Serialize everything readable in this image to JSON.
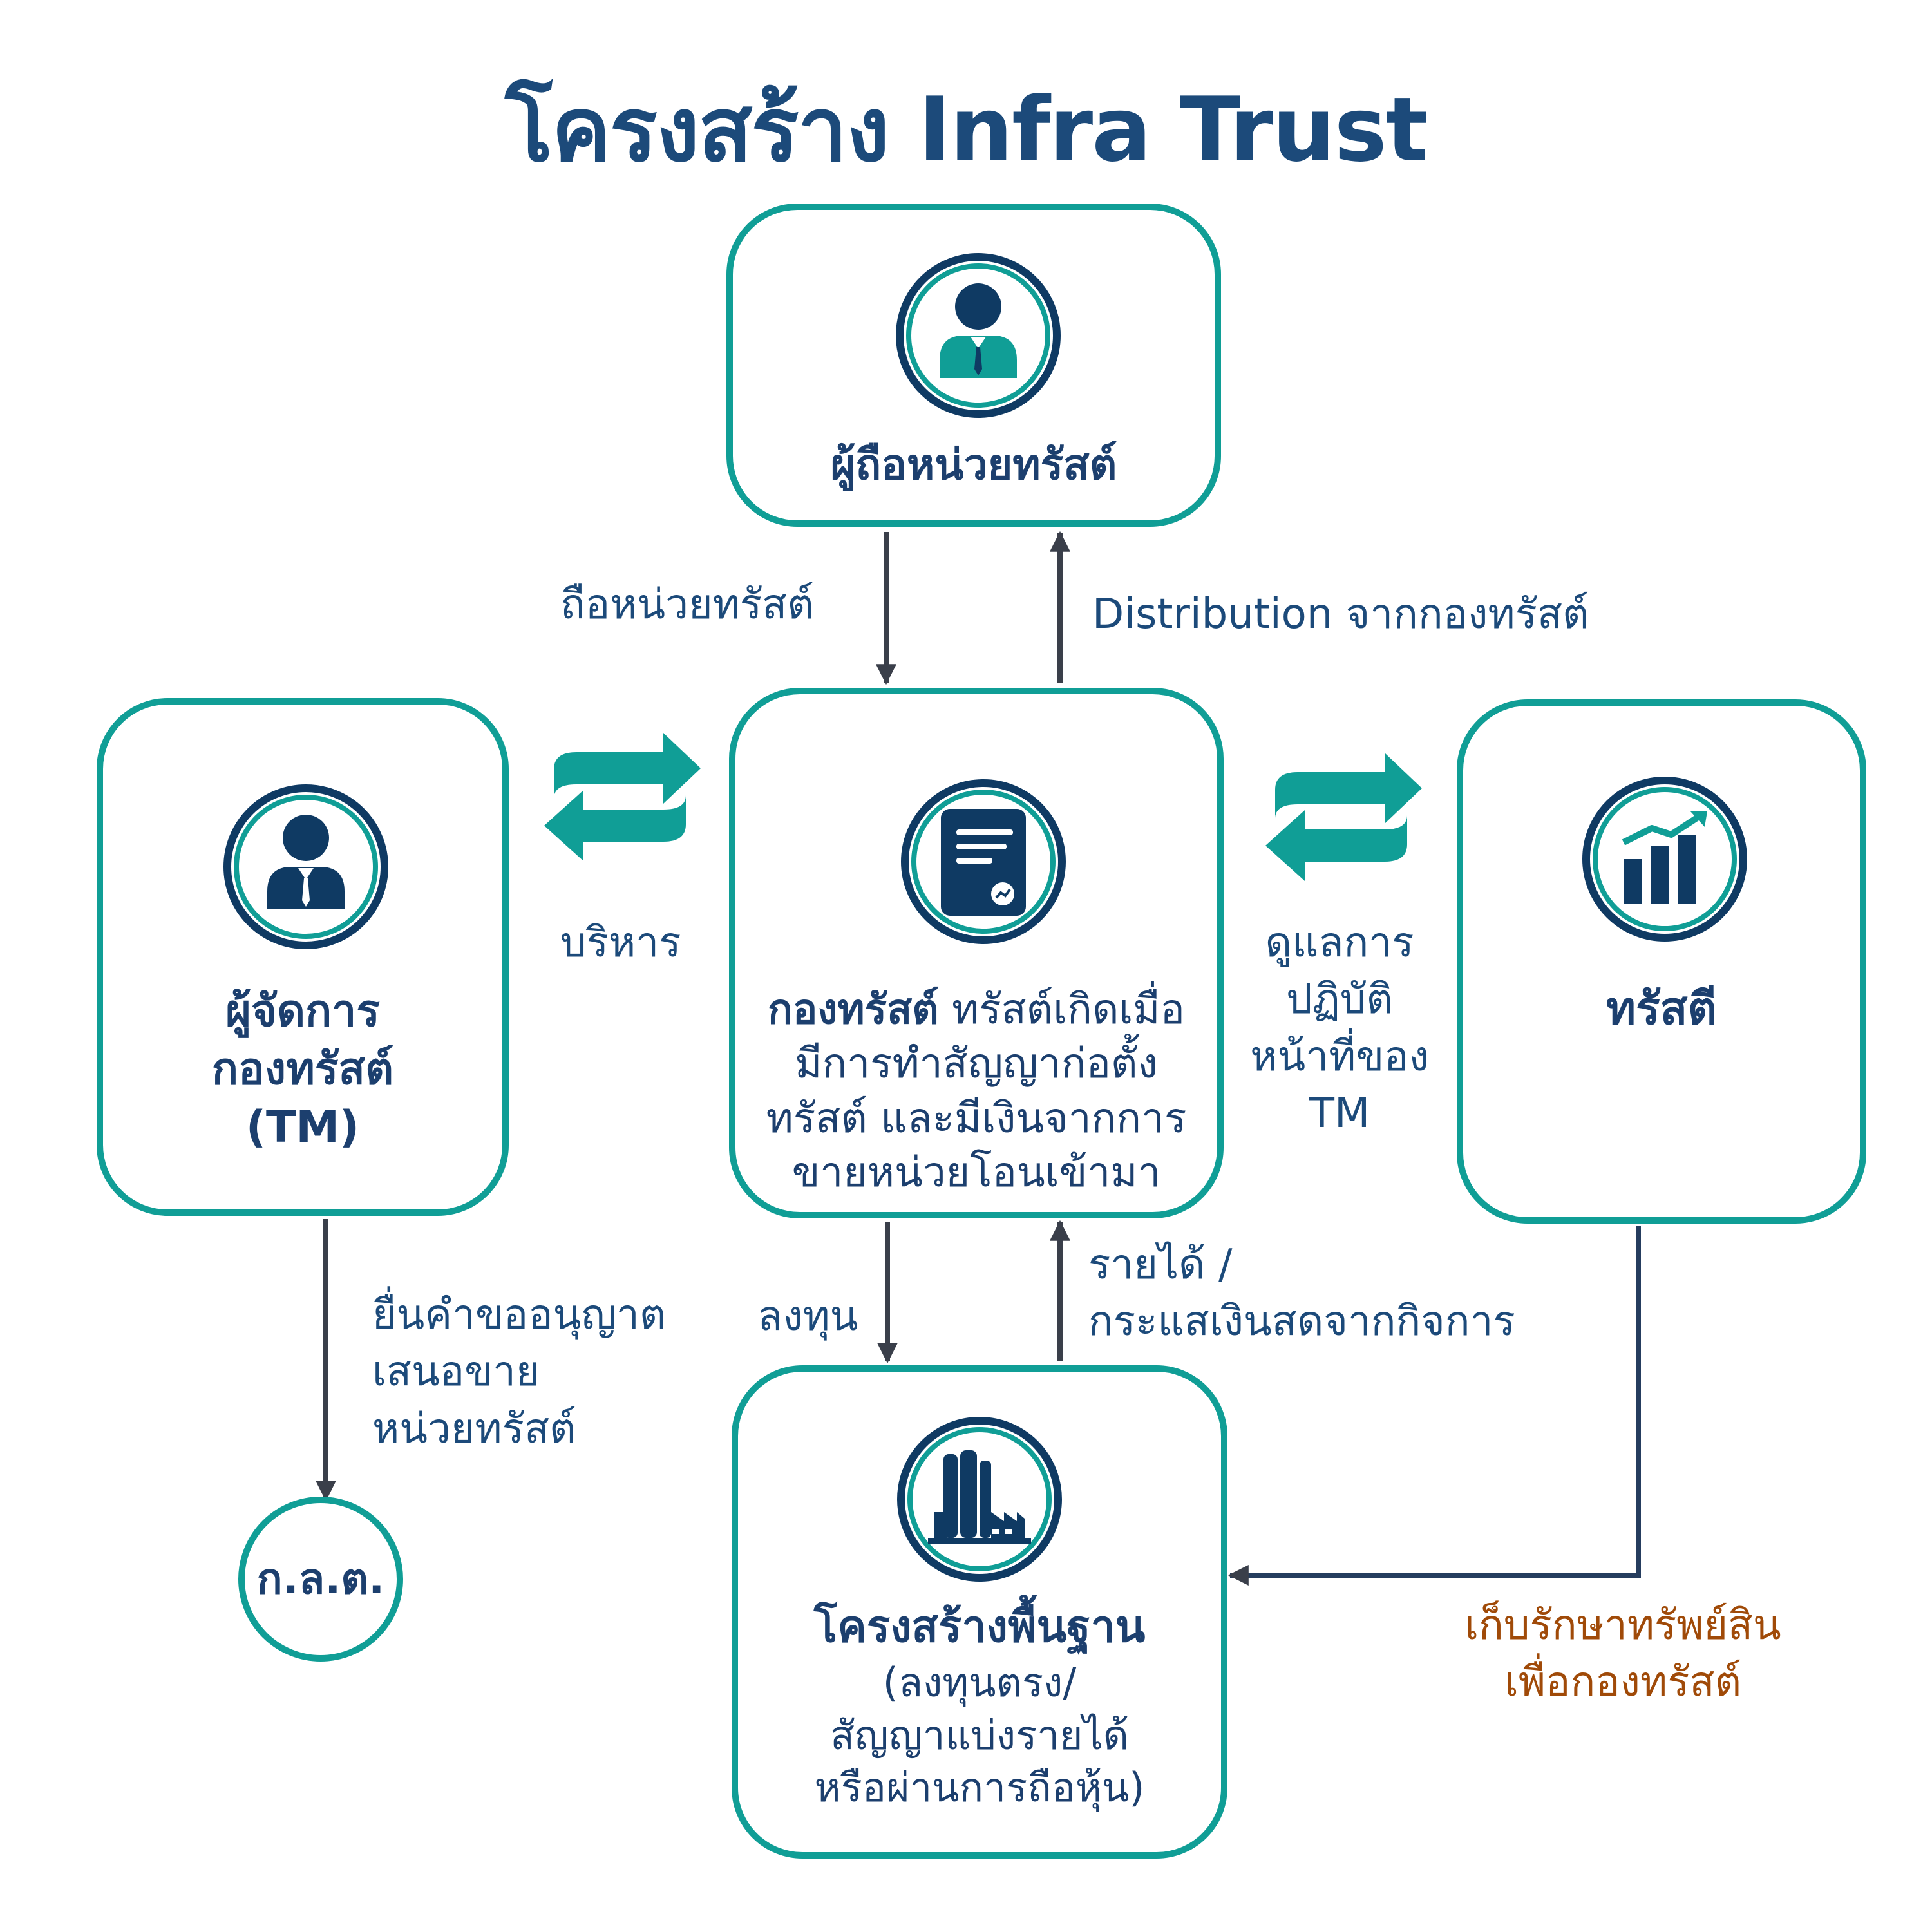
{
  "title": "โครงสร้าง Infra Trust",
  "nodes": {
    "unitholders": "ผู้ถือหน่วยทรัสต์",
    "trust_fund": {
      "bold": "กองทรัสต์",
      "line1_rest": " ทรัสต์เกิดเมื่อ",
      "line2": "มีการทำสัญญาก่อตั้ง",
      "line3": "ทรัสต์ และมีเงินจากการ",
      "line4": "ขายหน่วยโอนเข้ามา"
    },
    "manager": {
      "line1": "ผู้จัดการ",
      "line2": "กองทรัสต์",
      "line3": "(TM)"
    },
    "trustee": "ทรัสตี",
    "infrastructure": {
      "line1": "โครงสร้างพื้นฐาน",
      "line2": "(ลงทุนตรง/",
      "line3": "สัญญาแบ่งรายได้",
      "line4": "หรือผ่านการถือหุ้น)"
    },
    "sec": "ก.ล.ต."
  },
  "flows": {
    "hold_units": "ถือหน่วยทรัสต์",
    "distribution": "Distribution จากกองทรัสต์",
    "manage": "บริหาร",
    "oversee": {
      "line1": "ดูแลการ",
      "line2": "ปฏิบัติ",
      "line3": "หน้าที่ของ",
      "line4": "TM"
    },
    "apply": {
      "line1": "ยื่นคำขออนุญาต",
      "line2": "เสนอขาย",
      "line3": "หน่วยทรัสต์"
    },
    "invest": "ลงทุน",
    "revenue": {
      "line1": "รายได้ /",
      "line2": "กระแสเงินสดจากกิจการ"
    },
    "custody": {
      "line1": "เก็บรักษาทรัพย์สิน",
      "line2": "เพื่อกองทรัสต์"
    }
  },
  "colors": {
    "teal": "#109e96",
    "navy": "#0f3a63",
    "title": "#1c4a7a",
    "brown": "#a04a08"
  },
  "icons": [
    "person-icon",
    "document-chart-icon",
    "bar-chart-growth-icon",
    "factory-icon",
    "exchange-arrows-icon"
  ]
}
